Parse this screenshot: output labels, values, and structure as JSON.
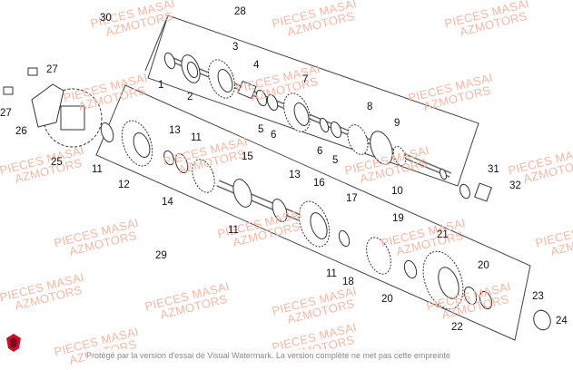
{
  "diagram": {
    "watermark_lines": [
      "PIECES MASAI",
      "AZMOTORS"
    ],
    "part_labels": [
      "1",
      "2",
      "3",
      "4",
      "5",
      "6",
      "7",
      "5",
      "6",
      "8",
      "9",
      "10",
      "11",
      "12",
      "13",
      "11",
      "14",
      "15",
      "13",
      "11",
      "16",
      "17",
      "11",
      "18",
      "19",
      "20",
      "21",
      "22",
      "20",
      "23",
      "24",
      "25",
      "26",
      "27",
      "27",
      "28",
      "29",
      "30",
      "31",
      "32"
    ],
    "footer_text": "Protégé par la version d'essai de Visual Watermark. La version complète ne met pas cette empreinte",
    "colors": {
      "line": "#333333",
      "watermark": "#f3b9a7",
      "logo": "#c8102e"
    }
  }
}
